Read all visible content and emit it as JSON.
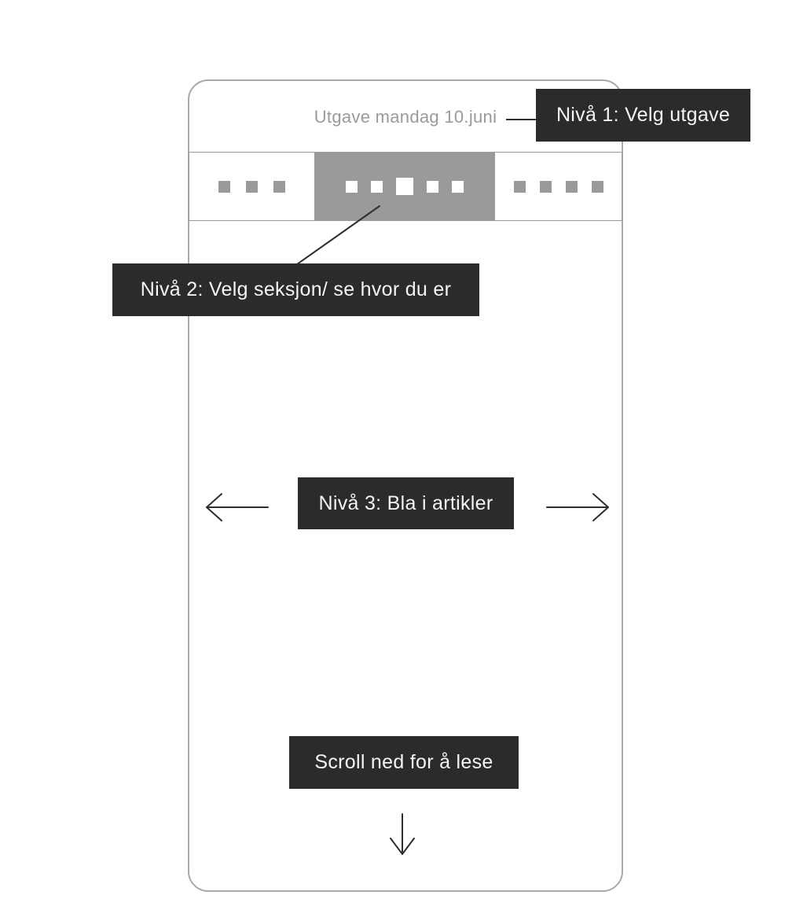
{
  "colors": {
    "dark": "#2b2b2b",
    "gray": "#9a9a9a",
    "frame_border": "#a9a9a9",
    "header_text": "#9a9a9a",
    "label_text": "#f4f4f4",
    "line": "#2e2e2e",
    "canvas_bg": "#ffffff"
  },
  "phone": {
    "header_title": "Utgave mandag 10.juni",
    "section_bar": {
      "segments": [
        {
          "name": "previous-section",
          "dots": 3,
          "active": false,
          "big_dot_index": -1
        },
        {
          "name": "current-section",
          "dots": 5,
          "active": true,
          "big_dot_index": 2
        },
        {
          "name": "next-section",
          "dots": 4,
          "active": false,
          "big_dot_index": -1
        }
      ]
    }
  },
  "annotations": {
    "level1_label": "Nivå 1: Velg utgave",
    "level2_label": "Nivå 2: Velg seksjon/ se hvor du er",
    "level3_label": "Nivå 3: Bla i artikler",
    "scroll_label": "Scroll ned for å lese"
  }
}
